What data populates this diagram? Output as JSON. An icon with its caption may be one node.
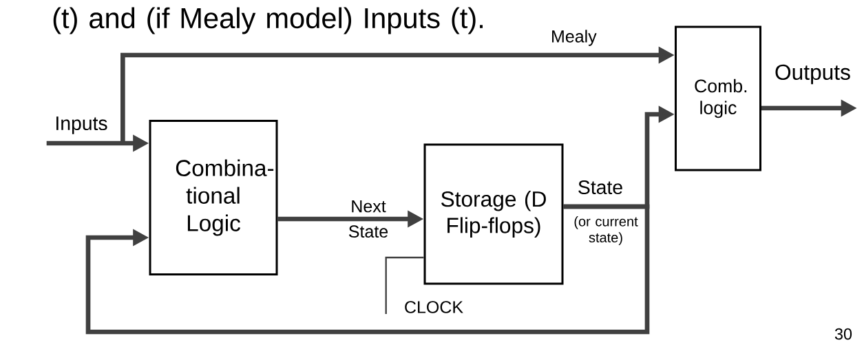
{
  "diagram": {
    "nodes": [
      {
        "text": [
          "Inputs"
        ]
      },
      {
        "text": [
          "Combina- tional Logic"
        ]
      },
      {
        "text": [
          "Storage (D Flip-flops)"
        ]
      },
      {
        "text": [
          "Comb. logic"
        ]
      },
      {
        "text": [
          "CLOCK"
        ]
      }
    ],
    "edges": [
      {
        "from": 0,
        "to": 1,
        "arrow": "to"
      },
      {
        "from": 0,
        "to": 3,
        "arrow": "to",
        "label": "Mealy"
      },
      {
        "from": 1,
        "to": 2,
        "arrow": "to",
        "label": "Next State"
      },
      {
        "from": 2,
        "to": 3,
        "arrow": "to",
        "label": "State"
      },
      {
        "from": 2,
        "to": 1,
        "arrow": "to"
      },
      {
        "from": 3,
        "to": null,
        "arrow": "to",
        "label": "Outputs"
      },
      {
        "from": 4,
        "to": 2,
        "arrow": "none"
      }
    ],
    "labels": [
      "(t) and (if Mealy model) Inputs (t).",
      "(or current state)",
      "30"
    ]
  }
}
